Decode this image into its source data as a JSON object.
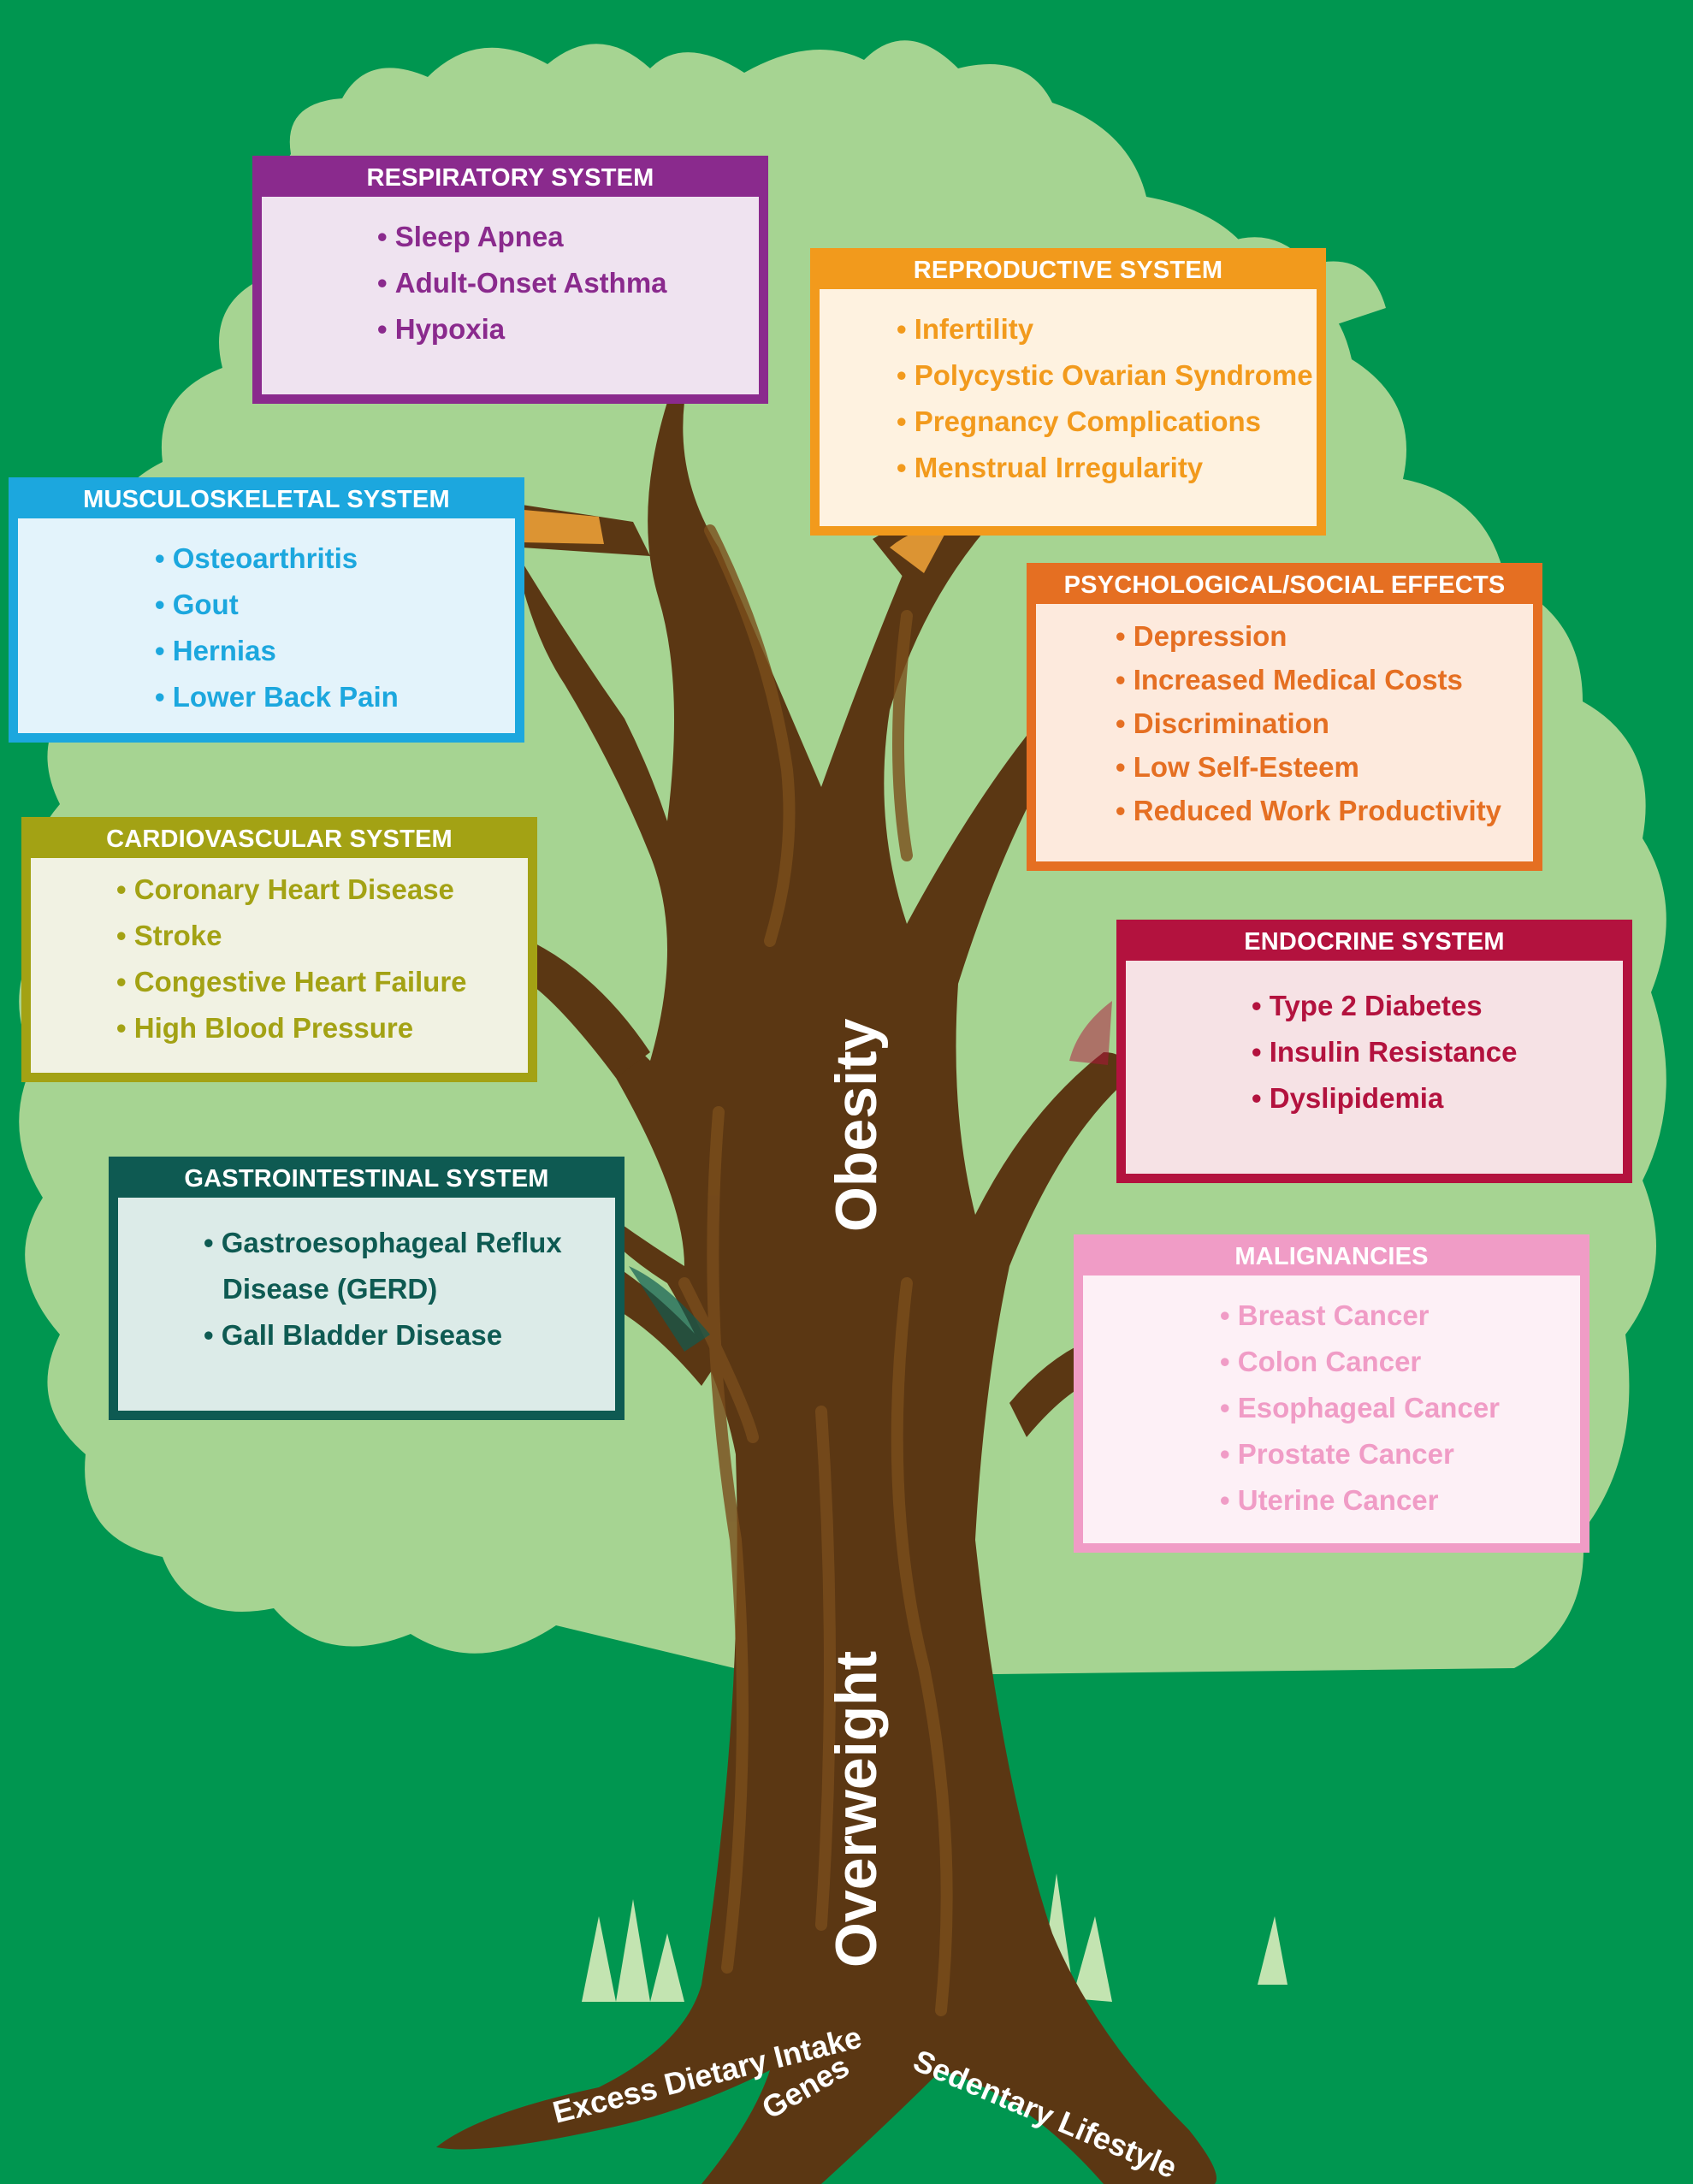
{
  "colors": {
    "background": "#009650",
    "foliage": "#a6d492",
    "trunk": "#5b3713",
    "grass": "#c3e4b1",
    "respiratory": "#8a2a8d",
    "reproductive": "#f29a1c",
    "musculoskeletal": "#1ca7de",
    "psychological": "#e56f22",
    "cardiovascular": "#a3a214",
    "endocrine": "#b3123e",
    "gastrointestinal": "#0e5a52",
    "malignancies": "#f09cc6"
  },
  "trunk_labels": {
    "upper": "Obesity",
    "lower": "Overweight"
  },
  "roots": [
    "Excess Dietary Intake",
    "Genes",
    "Sedentary Lifestyle"
  ],
  "boxes": {
    "respiratory": {
      "title": "RESPIRATORY SYSTEM",
      "items": [
        "Sleep Apnea",
        "Adult-Onset Asthma",
        "Hypoxia"
      ]
    },
    "reproductive": {
      "title": "REPRODUCTIVE SYSTEM",
      "items": [
        "Infertility",
        "Polycystic Ovarian Syndrome",
        "Pregnancy Complications",
        "Menstrual Irregularity"
      ]
    },
    "musculoskeletal": {
      "title": "MUSCULOSKELETAL SYSTEM",
      "items": [
        "Osteoarthritis",
        "Gout",
        "Hernias",
        "Lower Back Pain"
      ]
    },
    "psychological": {
      "title": "PSYCHOLOGICAL/SOCIAL EFFECTS",
      "items": [
        "Depression",
        "Increased Medical Costs",
        "Discrimination",
        "Low Self-Esteem",
        "Reduced Work Productivity"
      ]
    },
    "cardiovascular": {
      "title": "CARDIOVASCULAR SYSTEM",
      "items": [
        "Coronary Heart Disease",
        "Stroke",
        "Congestive Heart Failure",
        "High Blood Pressure"
      ]
    },
    "endocrine": {
      "title": "ENDOCRINE SYSTEM",
      "items": [
        "Type 2 Diabetes",
        "Insulin Resistance",
        "Dyslipidemia"
      ]
    },
    "gastrointestinal": {
      "title": "GASTROINTESTINAL SYSTEM",
      "items": [
        "Gastroesophageal Reflux",
        "Disease (GERD)",
        "Gall Bladder Disease"
      ]
    },
    "malignancies": {
      "title": "MALIGNANCIES",
      "items": [
        "Breast Cancer",
        "Colon Cancer",
        "Esophageal Cancer",
        "Prostate Cancer",
        "Uterine Cancer"
      ]
    }
  }
}
